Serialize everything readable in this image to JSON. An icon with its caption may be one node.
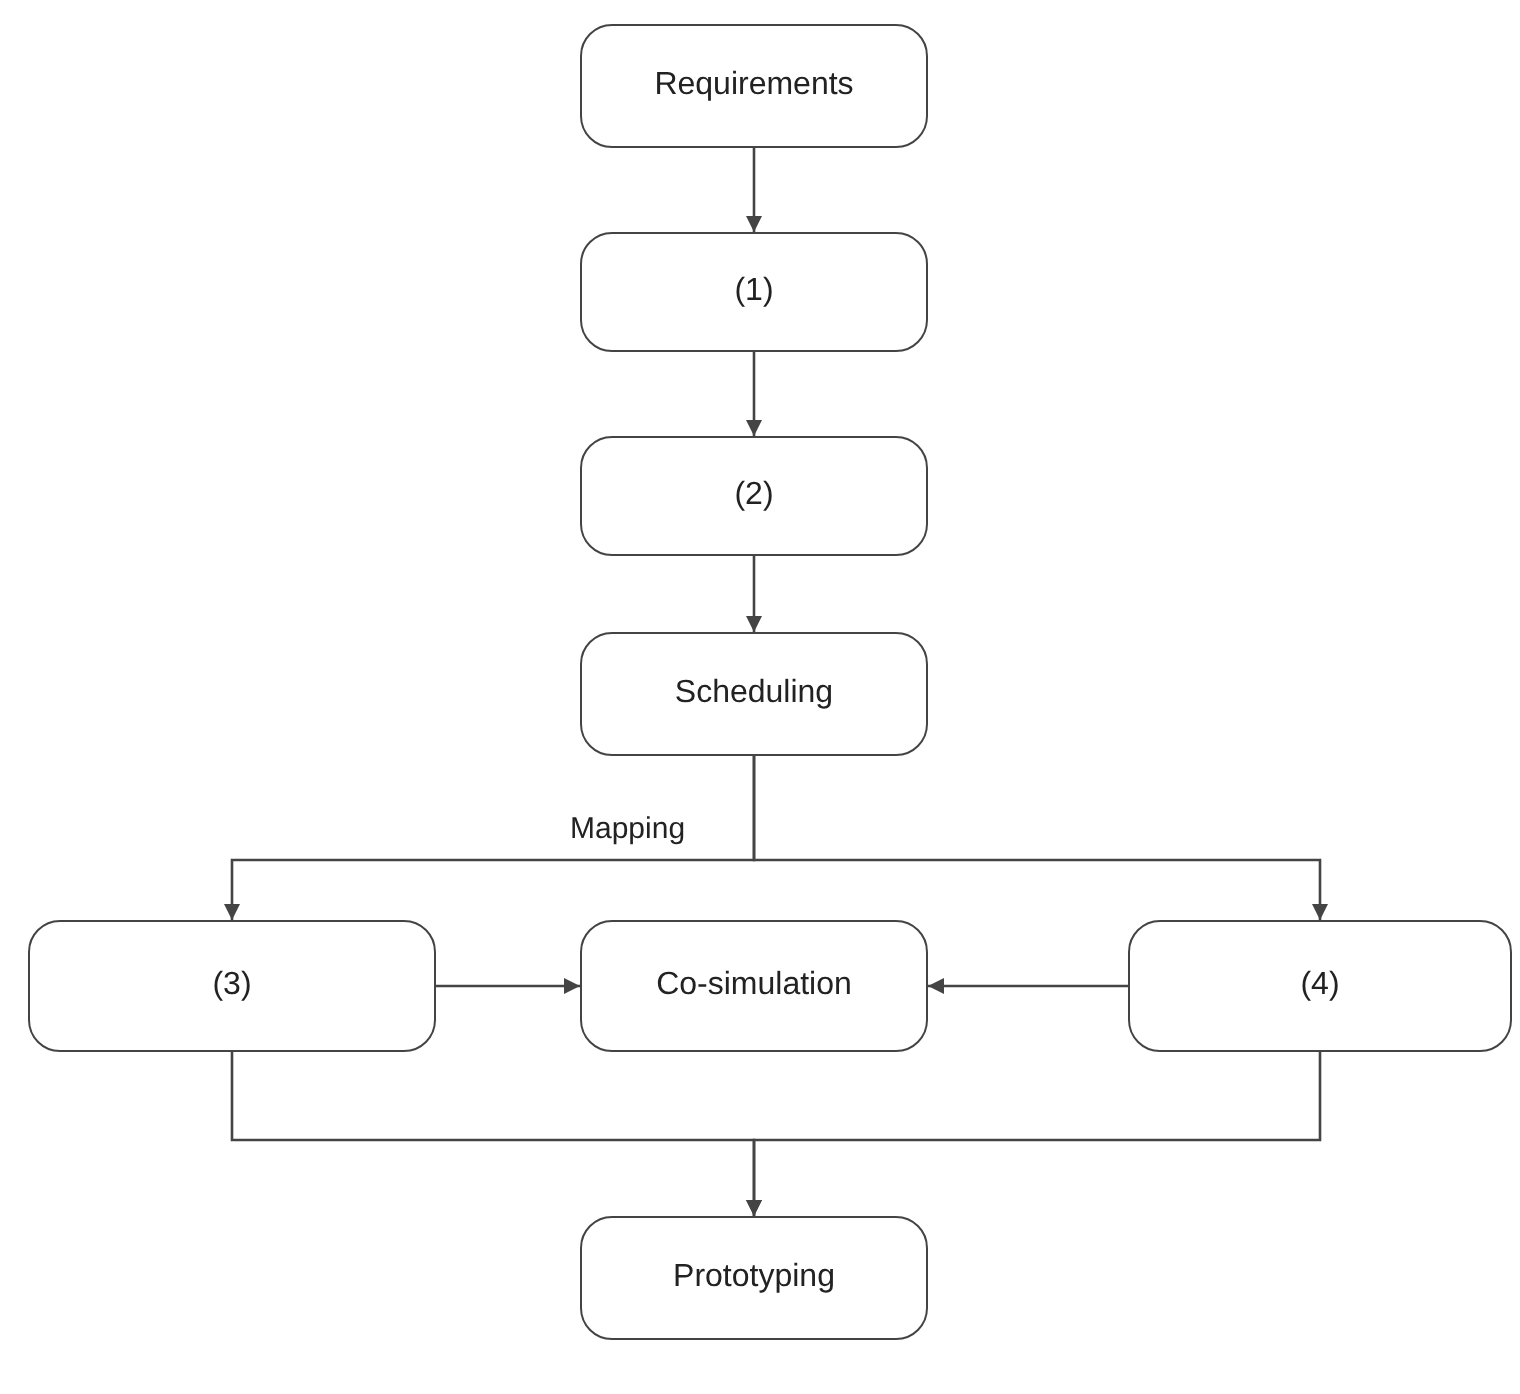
{
  "diagram": {
    "nodes": [
      {
        "text": [
          "Requirements"
        ]
      },
      {
        "text": [
          "(1)"
        ]
      },
      {
        "text": [
          "(2)"
        ]
      },
      {
        "text": [
          "Scheduling"
        ]
      },
      {
        "text": [
          "(3)"
        ]
      },
      {
        "text": [
          "Co-simulation"
        ]
      },
      {
        "text": [
          "(4)"
        ]
      },
      {
        "text": [
          "Prototyping"
        ]
      }
    ],
    "edges": [
      {
        "from": 0,
        "to": 1,
        "arrow": "to"
      },
      {
        "from": 1,
        "to": 2,
        "arrow": "to"
      },
      {
        "from": 2,
        "to": 3,
        "arrow": "to"
      },
      {
        "from": 3,
        "to": 4,
        "arrow": "to",
        "label": "Mapping"
      },
      {
        "from": 3,
        "to": 6,
        "arrow": "to"
      },
      {
        "from": 4,
        "to": 5,
        "arrow": "to"
      },
      {
        "from": 6,
        "to": 5,
        "arrow": "to"
      },
      {
        "from": 4,
        "to": 7,
        "arrow": "to"
      },
      {
        "from": 6,
        "to": 7,
        "arrow": "to"
      }
    ]
  }
}
